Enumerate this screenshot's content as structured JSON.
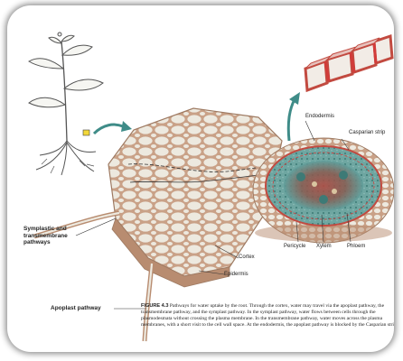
{
  "diagram": {
    "labels": {
      "endodermis": "Endodermis",
      "casparian_strip": "Casparian strip",
      "symplastic_transmembrane": "Symplastic and transmembrane pathways",
      "cortex": "Cortex",
      "epidermis": "Epidermis",
      "pericycle": "Pericycle",
      "xylem": "Xylem",
      "phloem": "Phloem",
      "apoplast_pathway": "Apoplast pathway"
    },
    "caption": {
      "figure_number": "FIGURE 4.3",
      "text": "Pathways for water uptake by the root. Through the cortex, water may travel via the apoplast pathway, the transmembrane pathway, and the symplast pathway. In the symplast pathway, water flows between cells through the plasmodesmata without crossing the plasma membrane. In the transmembrane pathway, water moves across the plasma membranes, with a short visit to the cell wall space. At the endodermis, the apoplast pathway is blocked by the Casparian strip."
    },
    "colors": {
      "cell_wall": "#c9a187",
      "cell_interior": "#ede9df",
      "cell_wall_shadow": "#9e7a62",
      "stele_teal": "#5f9e9b",
      "stele_red": "#c24a40",
      "casparian_red": "#d23c3a",
      "arrow_teal": "#3f8c88",
      "frame_shadow": "#555555"
    }
  }
}
